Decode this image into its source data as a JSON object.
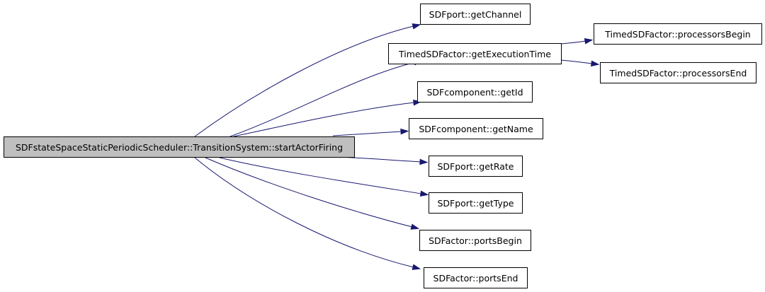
{
  "diagram": {
    "root": {
      "id": "root",
      "label": "SDFstateSpaceStaticPeriodicScheduler::TransitionSystem::startActorFiring"
    },
    "nodes": [
      {
        "id": "getChannel",
        "label": "SDFport::getChannel"
      },
      {
        "id": "getExecutionTime",
        "label": "TimedSDFactor::getExecutionTime"
      },
      {
        "id": "processorsBegin",
        "label": "TimedSDFactor::processorsBegin"
      },
      {
        "id": "processorsEnd",
        "label": "TimedSDFactor::processorsEnd"
      },
      {
        "id": "getId",
        "label": "SDFcomponent::getId"
      },
      {
        "id": "getName",
        "label": "SDFcomponent::getName"
      },
      {
        "id": "getRate",
        "label": "SDFport::getRate"
      },
      {
        "id": "getType",
        "label": "SDFport::getType"
      },
      {
        "id": "portsBegin",
        "label": "SDFactor::portsBegin"
      },
      {
        "id": "portsEnd",
        "label": "SDFactor::portsEnd"
      }
    ],
    "edges": [
      {
        "from": "root",
        "to": "getChannel"
      },
      {
        "from": "root",
        "to": "getExecutionTime"
      },
      {
        "from": "root",
        "to": "getId"
      },
      {
        "from": "root",
        "to": "getName"
      },
      {
        "from": "root",
        "to": "getRate"
      },
      {
        "from": "root",
        "to": "getType"
      },
      {
        "from": "root",
        "to": "portsBegin"
      },
      {
        "from": "root",
        "to": "portsEnd"
      },
      {
        "from": "getExecutionTime",
        "to": "processorsBegin"
      },
      {
        "from": "getExecutionTime",
        "to": "processorsEnd"
      }
    ],
    "colors": {
      "edge": "#191970",
      "root_fill": "#bfbfbf",
      "node_fill": "#ffffff",
      "node_border": "#000000"
    }
  }
}
